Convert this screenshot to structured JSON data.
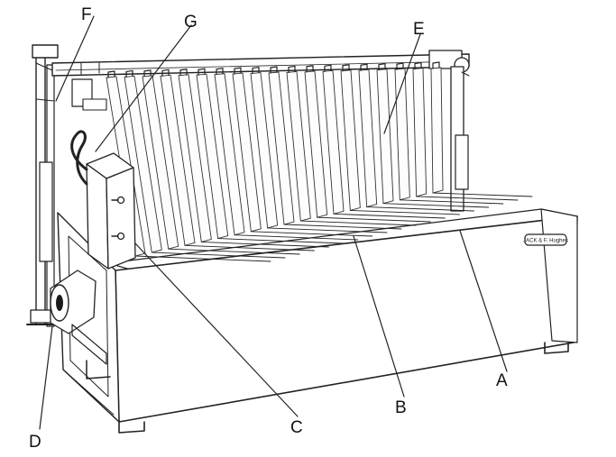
{
  "figure": {
    "callouts": [
      {
        "id": "A",
        "label": "A"
      },
      {
        "id": "B",
        "label": "B"
      },
      {
        "id": "C",
        "label": "C"
      },
      {
        "id": "D",
        "label": "D"
      },
      {
        "id": "E",
        "label": "E"
      },
      {
        "id": "F",
        "label": "F"
      },
      {
        "id": "G",
        "label": "G"
      }
    ],
    "nameplate": "JACK & F. Hughes"
  },
  "colors": {
    "ink": "#222222",
    "paper": "#ffffff"
  }
}
